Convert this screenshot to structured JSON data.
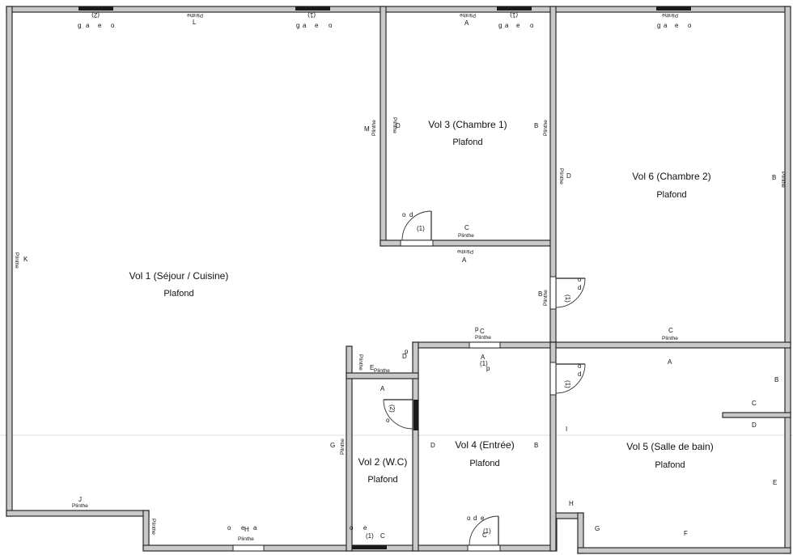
{
  "rooms": [
    {
      "title": "Vol 1 (Séjour / Cuisine)",
      "ceiling": "Plafond"
    },
    {
      "title": "Vol 2 (W.C)",
      "ceiling": "Plafond"
    },
    {
      "title": "Vol 3 (Chambre 1)",
      "ceiling": "Plafond"
    },
    {
      "title": "Vol 4 (Entrée)",
      "ceiling": "Plafond"
    },
    {
      "title": "Vol 5 (Salle de bain)",
      "ceiling": "Plafond"
    },
    {
      "title": "Vol 6 (Chambre 2)",
      "ceiling": "Plafond"
    }
  ],
  "plinthe": "Plinthe",
  "door_numbers": [
    "(1)",
    "(2)"
  ],
  "opening_letters": [
    "o",
    "e",
    "a",
    "g",
    "d",
    "p"
  ],
  "wall_letters": [
    "A",
    "B",
    "C",
    "D",
    "E",
    "F",
    "G",
    "H",
    "I",
    "J",
    "K",
    "L",
    "M"
  ],
  "colors": {
    "wall_fill": "#c9c9c9",
    "wall_stroke": "#2a2a2a",
    "window": "#1a1a1a",
    "background": "#ffffff"
  }
}
